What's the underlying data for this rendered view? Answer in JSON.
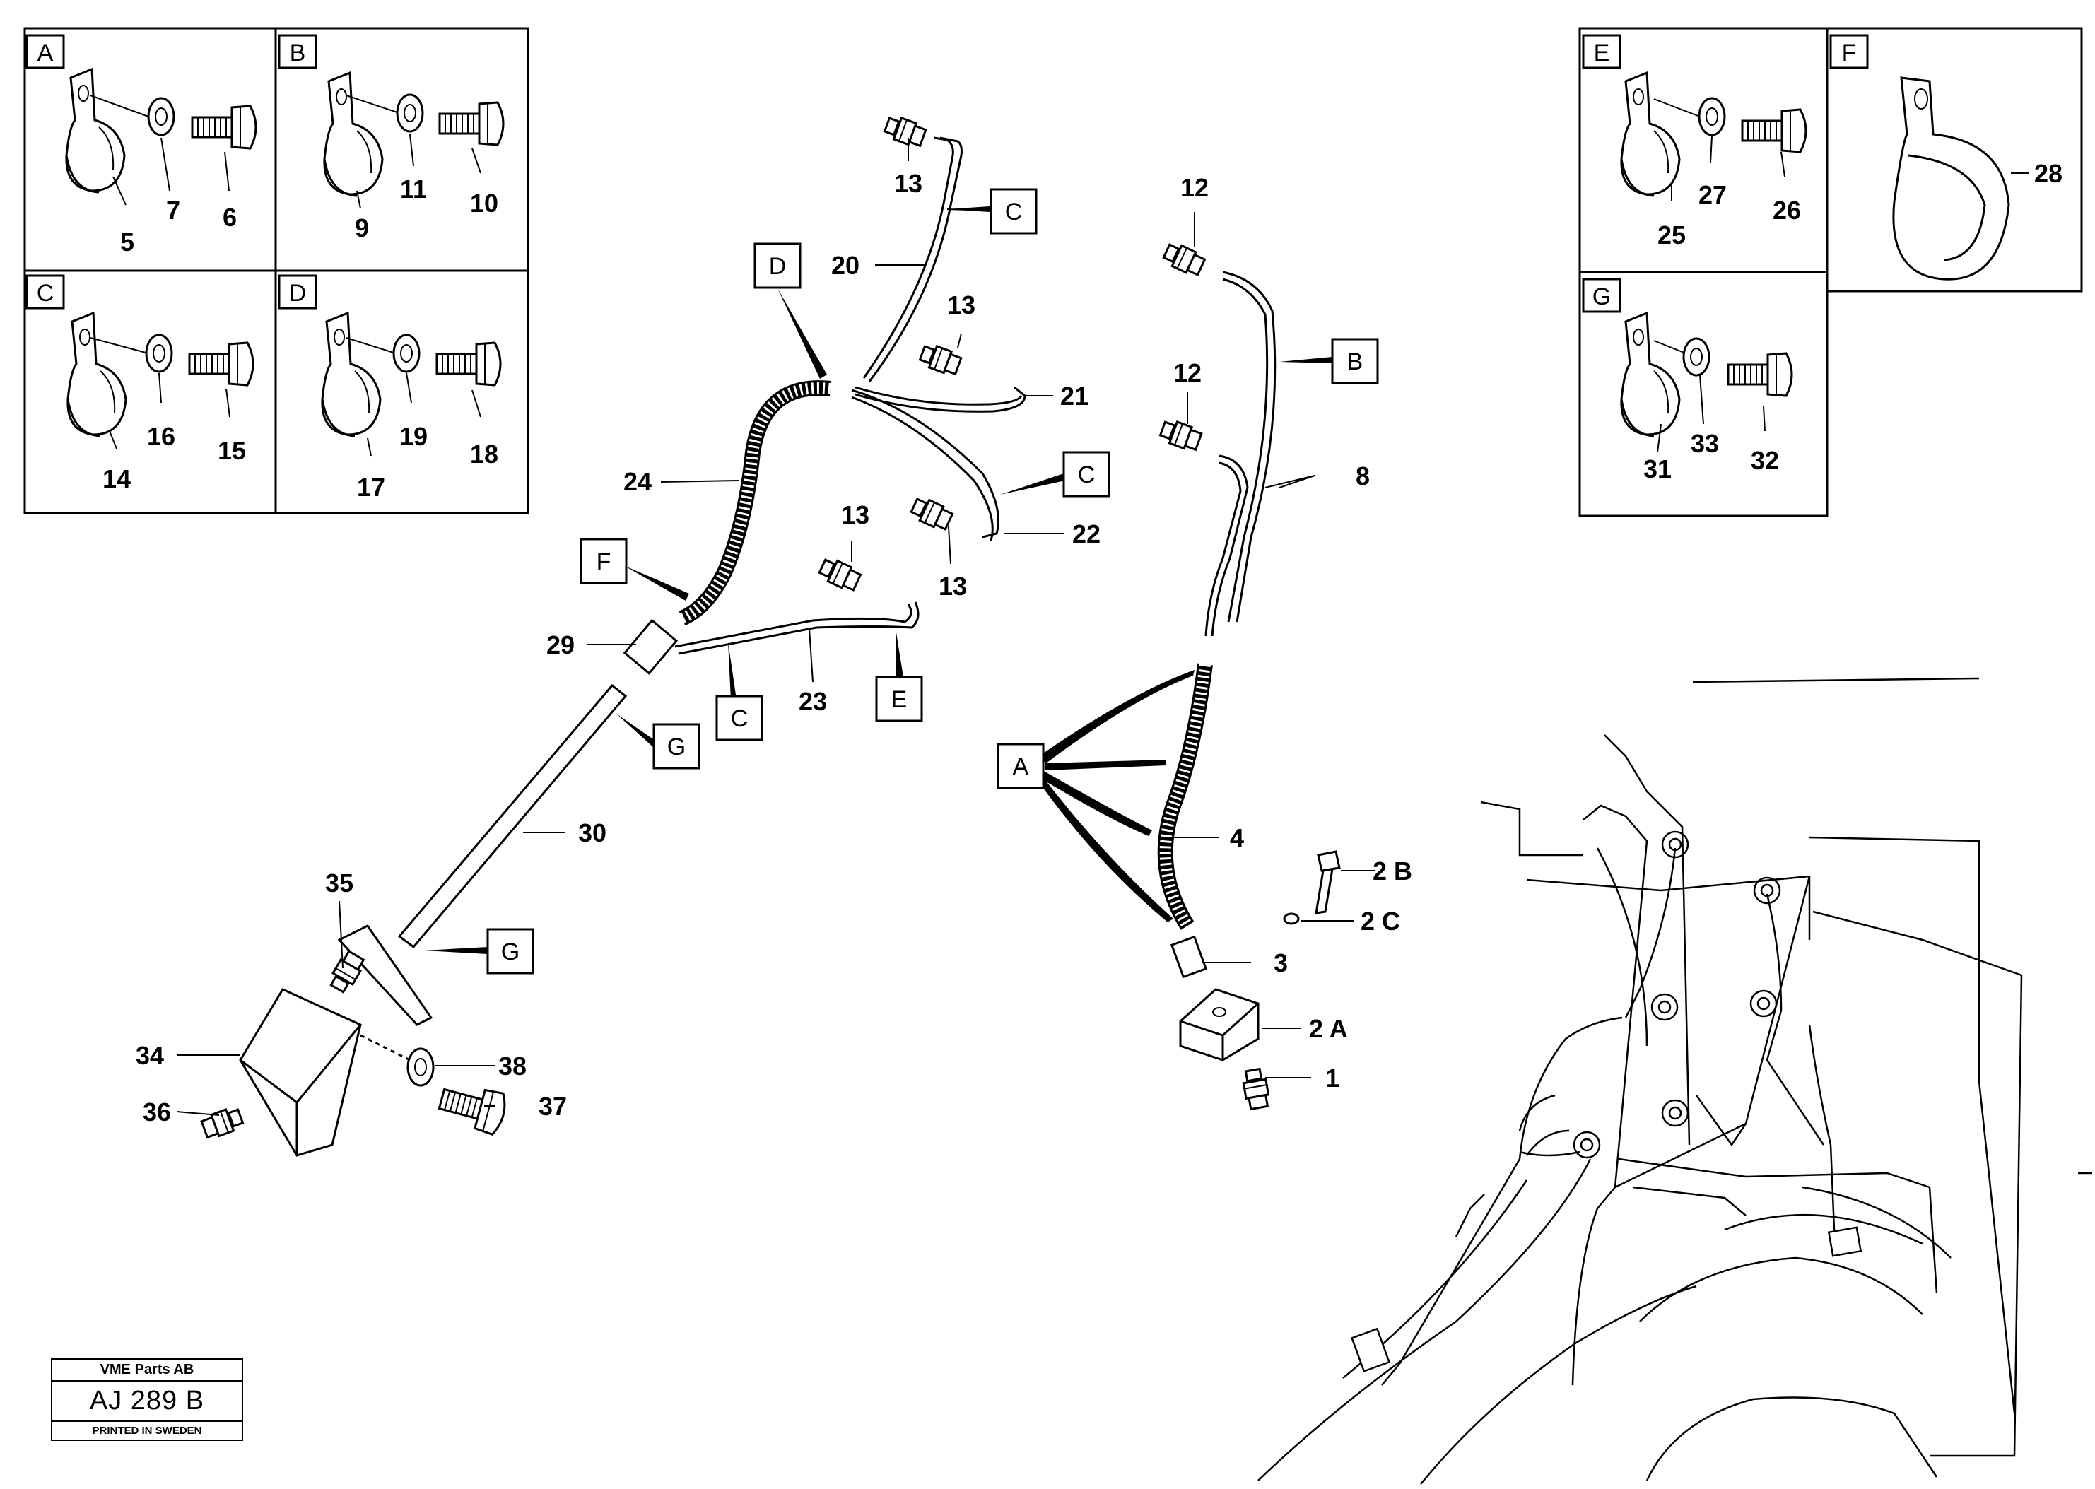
{
  "details": [
    {
      "letter": "A",
      "parts": [
        "5",
        "7",
        "6"
      ]
    },
    {
      "letter": "B",
      "parts": [
        "9",
        "11",
        "10"
      ]
    },
    {
      "letter": "C",
      "parts": [
        "14",
        "16",
        "15"
      ]
    },
    {
      "letter": "D",
      "parts": [
        "17",
        "19",
        "18"
      ]
    },
    {
      "letter": "E",
      "parts": [
        "25",
        "27",
        "26"
      ]
    },
    {
      "letter": "F",
      "parts": [
        "28"
      ]
    },
    {
      "letter": "G",
      "parts": [
        "31",
        "33",
        "32"
      ]
    }
  ],
  "callouts": {
    "p13a": "13",
    "p20": "20",
    "p13b": "13",
    "p21": "21",
    "p22": "22",
    "p13c": "13",
    "p24": "24",
    "p13d": "13",
    "p29": "29",
    "p23": "23",
    "p30": "30",
    "p35": "35",
    "p34": "34",
    "p36": "36",
    "p38": "38",
    "p37": "37",
    "p12a": "12",
    "p12b": "12",
    "p8": "8",
    "p4": "4",
    "p2b": "2 B",
    "p2c": "2 C",
    "p3": "3",
    "p2a": "2 A",
    "p1": "1"
  },
  "refs": {
    "c1": "C",
    "d": "D",
    "c2": "C",
    "f": "F",
    "e": "E",
    "c3": "C",
    "g1": "G",
    "g2": "G",
    "b": "B",
    "a": "A"
  },
  "stamp": {
    "company": "VME Parts AB",
    "code": "AJ 289 B",
    "printed": "PRINTED IN SWEDEN"
  }
}
